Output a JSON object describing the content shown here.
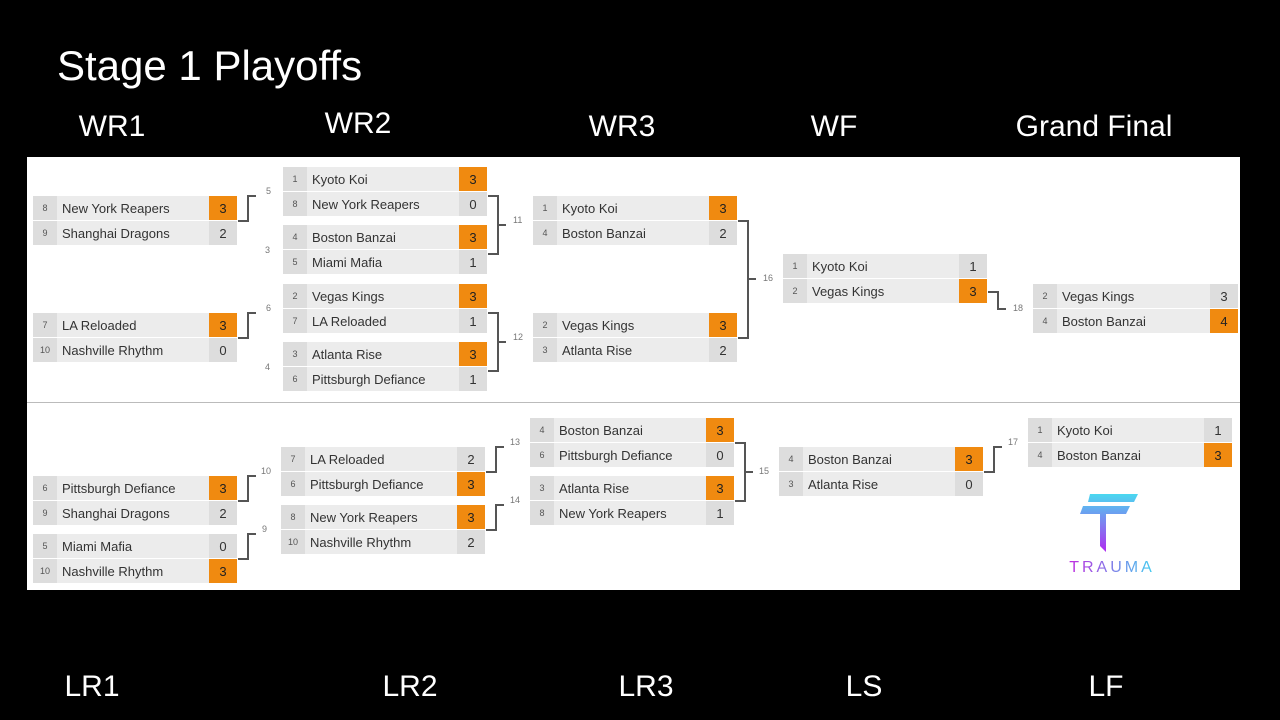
{
  "title": "Stage 1 Playoffs",
  "round_labels": {
    "wr1": "WR1",
    "wr2": "WR2",
    "wr3": "WR3",
    "wf": "WF",
    "gf": "Grand Final",
    "lr1": "LR1",
    "lr2": "LR2",
    "lr3": "LR3",
    "ls": "LS",
    "lf": "LF"
  },
  "matches": [
    {
      "teams": [
        {
          "seed": "8",
          "name": "New York Reapers",
          "score": "3",
          "win": true
        },
        {
          "seed": "9",
          "name": "Shanghai Dragons",
          "score": "2",
          "win": false
        }
      ]
    },
    {
      "teams": [
        {
          "seed": "7",
          "name": "LA Reloaded",
          "score": "3",
          "win": true
        },
        {
          "seed": "10",
          "name": "Nashville Rhythm",
          "score": "0",
          "win": false
        }
      ]
    },
    {
      "teams": [
        {
          "seed": "1",
          "name": "Kyoto Koi",
          "score": "3",
          "win": true
        },
        {
          "seed": "8",
          "name": "New York Reapers",
          "score": "0",
          "win": false
        }
      ]
    },
    {
      "teams": [
        {
          "seed": "4",
          "name": "Boston Banzai",
          "score": "3",
          "win": true
        },
        {
          "seed": "5",
          "name": "Miami Mafia",
          "score": "1",
          "win": false
        }
      ]
    },
    {
      "teams": [
        {
          "seed": "2",
          "name": "Vegas Kings",
          "score": "3",
          "win": true
        },
        {
          "seed": "7",
          "name": "LA Reloaded",
          "score": "1",
          "win": false
        }
      ]
    },
    {
      "teams": [
        {
          "seed": "3",
          "name": "Atlanta Rise",
          "score": "3",
          "win": true
        },
        {
          "seed": "6",
          "name": "Pittsburgh Defiance",
          "score": "1",
          "win": false
        }
      ]
    },
    {
      "teams": [
        {
          "seed": "1",
          "name": "Kyoto Koi",
          "score": "3",
          "win": true
        },
        {
          "seed": "4",
          "name": "Boston Banzai",
          "score": "2",
          "win": false
        }
      ]
    },
    {
      "teams": [
        {
          "seed": "2",
          "name": "Vegas Kings",
          "score": "3",
          "win": true
        },
        {
          "seed": "3",
          "name": "Atlanta Rise",
          "score": "2",
          "win": false
        }
      ]
    },
    {
      "teams": [
        {
          "seed": "1",
          "name": "Kyoto Koi",
          "score": "1",
          "win": false
        },
        {
          "seed": "2",
          "name": "Vegas Kings",
          "score": "3",
          "win": true
        }
      ]
    },
    {
      "teams": [
        {
          "seed": "2",
          "name": "Vegas Kings",
          "score": "3",
          "win": false
        },
        {
          "seed": "4",
          "name": "Boston Banzai",
          "score": "4",
          "win": true
        }
      ]
    },
    {
      "teams": [
        {
          "seed": "6",
          "name": "Pittsburgh Defiance",
          "score": "3",
          "win": true
        },
        {
          "seed": "9",
          "name": "Shanghai Dragons",
          "score": "2",
          "win": false
        }
      ]
    },
    {
      "teams": [
        {
          "seed": "5",
          "name": "Miami Mafia",
          "score": "0",
          "win": false
        },
        {
          "seed": "10",
          "name": "Nashville Rhythm",
          "score": "3",
          "win": true
        }
      ]
    },
    {
      "teams": [
        {
          "seed": "7",
          "name": "LA Reloaded",
          "score": "2",
          "win": false
        },
        {
          "seed": "6",
          "name": "Pittsburgh Defiance",
          "score": "3",
          "win": true
        }
      ]
    },
    {
      "teams": [
        {
          "seed": "8",
          "name": "New York Reapers",
          "score": "3",
          "win": true
        },
        {
          "seed": "10",
          "name": "Nashville Rhythm",
          "score": "2",
          "win": false
        }
      ]
    },
    {
      "teams": [
        {
          "seed": "4",
          "name": "Boston Banzai",
          "score": "3",
          "win": true
        },
        {
          "seed": "6",
          "name": "Pittsburgh Defiance",
          "score": "0",
          "win": false
        }
      ]
    },
    {
      "teams": [
        {
          "seed": "3",
          "name": "Atlanta Rise",
          "score": "3",
          "win": true
        },
        {
          "seed": "8",
          "name": "New York Reapers",
          "score": "1",
          "win": false
        }
      ]
    },
    {
      "teams": [
        {
          "seed": "4",
          "name": "Boston Banzai",
          "score": "3",
          "win": true
        },
        {
          "seed": "3",
          "name": "Atlanta Rise",
          "score": "0",
          "win": false
        }
      ]
    },
    {
      "teams": [
        {
          "seed": "1",
          "name": "Kyoto Koi",
          "score": "1",
          "win": false
        },
        {
          "seed": "4",
          "name": "Boston Banzai",
          "score": "3",
          "win": true
        }
      ]
    }
  ],
  "match_numbers": [
    "5",
    "3",
    "6",
    "4",
    "11",
    "12",
    "16",
    "18",
    "10",
    "9",
    "13",
    "14",
    "15",
    "17"
  ],
  "logo_text": "TRAUMA",
  "accent": "#f08a10"
}
